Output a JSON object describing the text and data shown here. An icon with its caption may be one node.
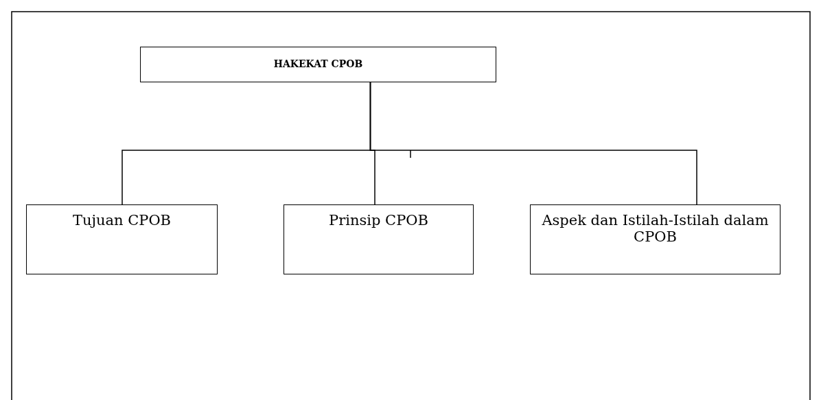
{
  "diagram": {
    "nodes": [
      {
        "text": [
          "HAKEKAT CPOB"
        ]
      },
      {
        "text": [
          "Tujuan CPOB"
        ]
      },
      {
        "text": [
          "Prinsip CPOB"
        ]
      },
      {
        "text": [
          "Aspek dan Istilah-Istilah dalam CPOB"
        ]
      }
    ],
    "edges": [
      {
        "from": 0,
        "to": 1,
        "arrow": "none"
      },
      {
        "from": 0,
        "to": 2,
        "arrow": "none"
      },
      {
        "from": 0,
        "to": 3,
        "arrow": "none"
      }
    ]
  }
}
